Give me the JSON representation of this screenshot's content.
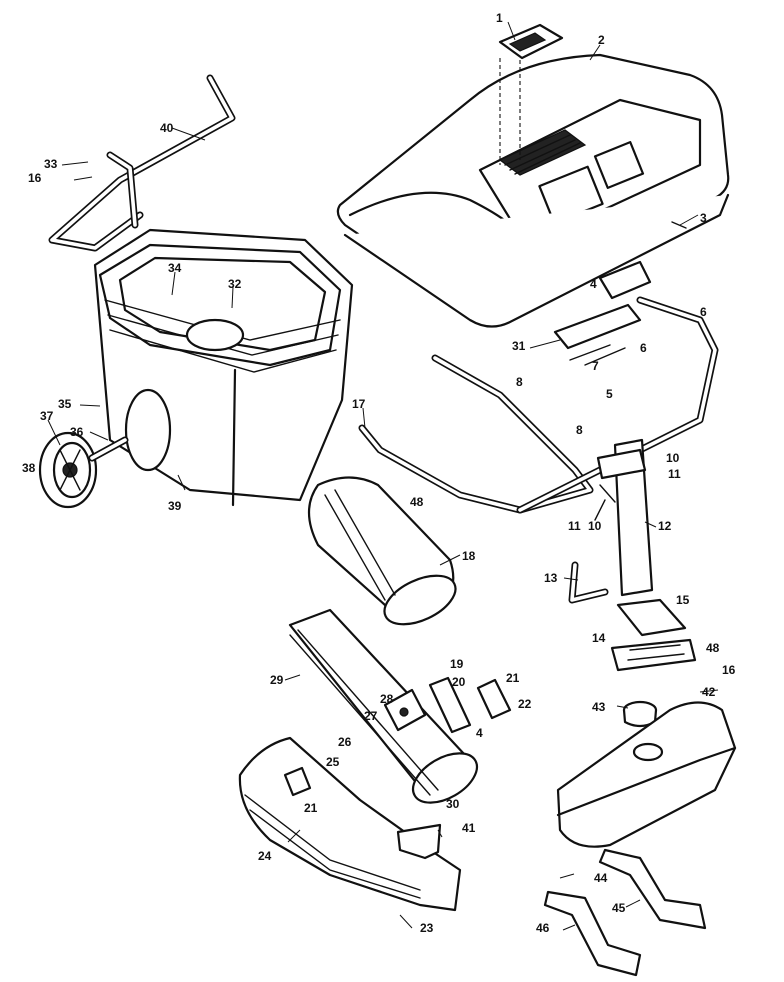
{
  "diagram": {
    "part_labels": [
      "1",
      "2",
      "3",
      "4",
      "4",
      "5",
      "6",
      "6",
      "7",
      "8",
      "8",
      "10",
      "10",
      "11",
      "11",
      "12",
      "13",
      "14",
      "15",
      "16",
      "16",
      "17",
      "18",
      "19",
      "20",
      "21",
      "21",
      "22",
      "23",
      "24",
      "25",
      "26",
      "27",
      "28",
      "29",
      "30",
      "31",
      "32",
      "33",
      "34",
      "35",
      "36",
      "37",
      "38",
      "39",
      "40",
      "41",
      "42",
      "43",
      "44",
      "45",
      "46",
      "48",
      "48"
    ]
  }
}
